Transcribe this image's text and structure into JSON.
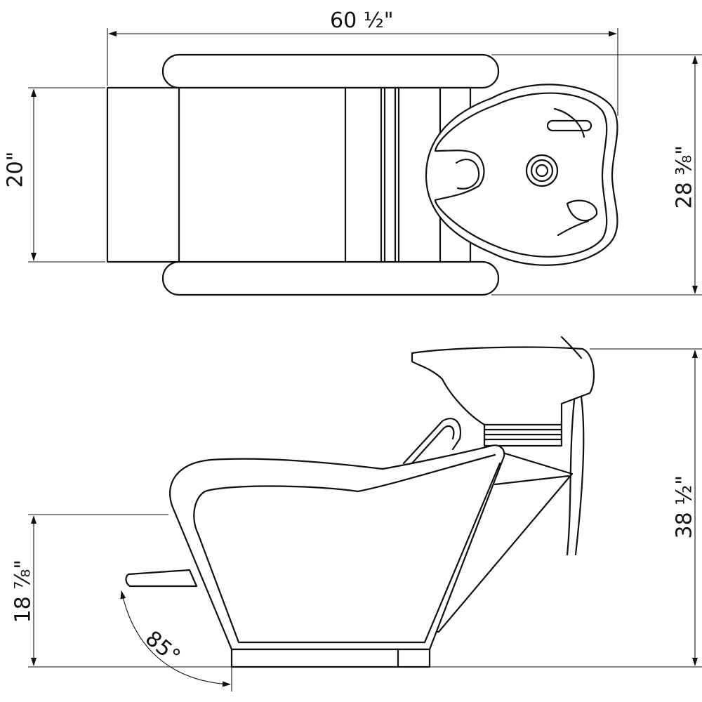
{
  "dimensions": {
    "overall_length": "60 ½\"",
    "seat_width": "20\"",
    "overall_width": "28 ⅜\"",
    "overall_height": "38 ½\"",
    "seat_height": "18 ⅞\"",
    "recline_angle": "85°"
  },
  "colors": {
    "line": "#111111",
    "background": "#ffffff"
  }
}
